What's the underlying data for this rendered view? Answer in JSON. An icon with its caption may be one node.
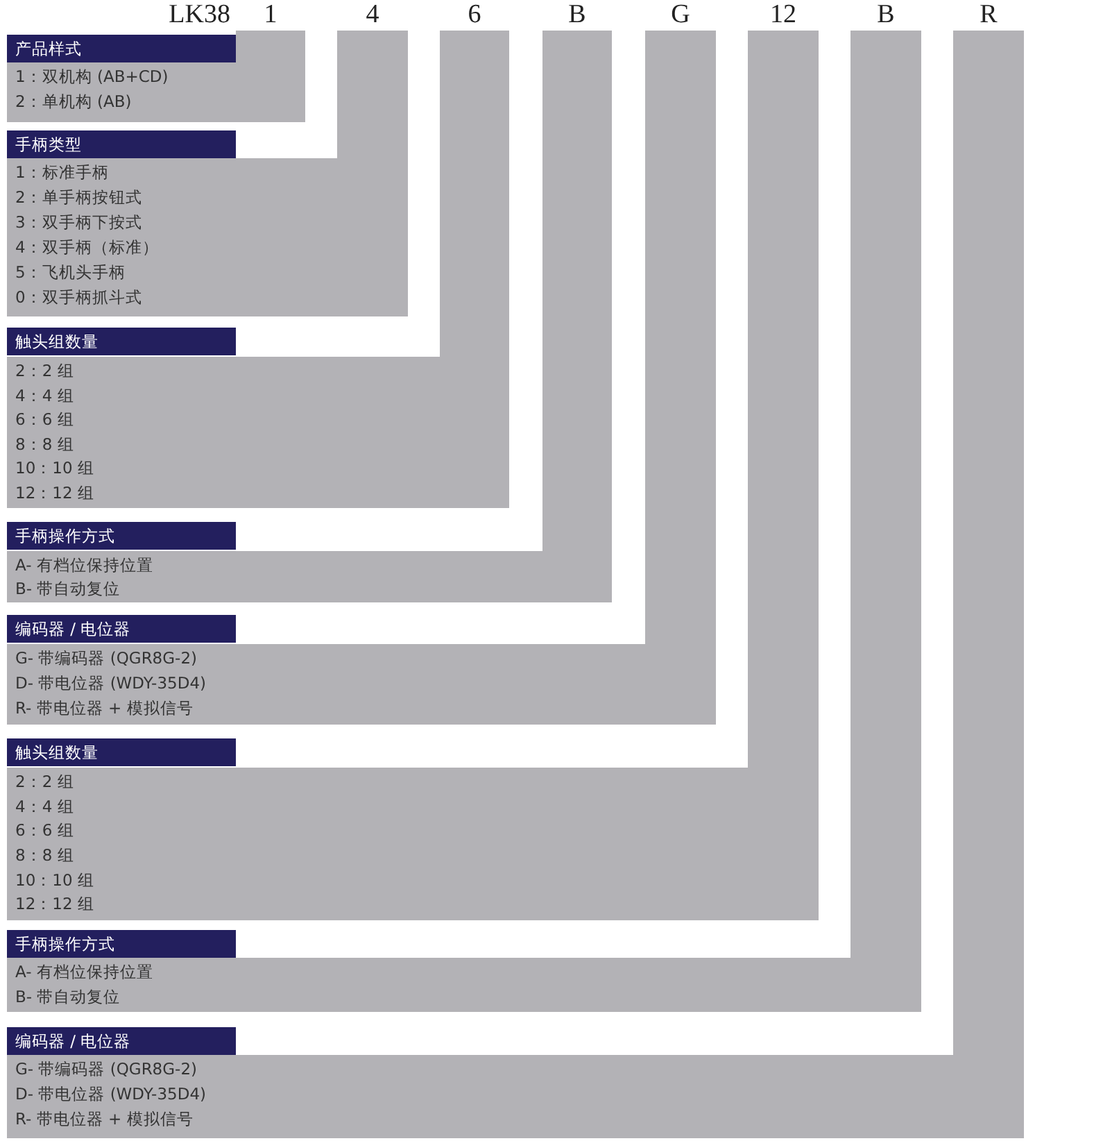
{
  "diagram": {
    "nodes": [
      {
        "text": [
          "产品样式",
          "1：双机构 (AB+CD)",
          "2：单机构 (AB)"
        ]
      },
      {
        "text": [
          "手柄类型",
          "1：标准手柄",
          "2：单手柄按钮式",
          "3：双手柄下按式",
          "4：双手柄（标准）",
          "5：飞机头手柄",
          "0：双手柄抓斗式"
        ]
      },
      {
        "text": [
          "触头组数量",
          "2：2 组",
          "4：4 组",
          "6：6 组",
          "8：8 组",
          "10：10 组",
          "12：12 组"
        ]
      },
      {
        "text": [
          "手柄操作方式",
          "A- 有档位保持位置",
          "B- 带自动复位"
        ]
      },
      {
        "text": [
          "编码器 / 电位器",
          "G- 带编码器 (QGR8G-2)",
          "D- 带电位器 (WDY-35D4)",
          "R- 带电位器 + 模拟信号"
        ]
      },
      {
        "text": [
          "触头组数量",
          "2：2 组",
          "4：4 组",
          "6：6 组",
          "8：8 组",
          "10：10 组",
          "12：12 组"
        ]
      },
      {
        "text": [
          "手柄操作方式",
          "A- 有档位保持位置",
          "B- 带自动复位"
        ]
      },
      {
        "text": [
          "编码器 / 电位器",
          "G- 带编码器 (QGR8G-2)",
          "D- 带电位器 (WDY-35D4)",
          "R- 带电位器 + 模拟信号"
        ]
      }
    ],
    "labels": [
      "LK38",
      "1",
      "4",
      "6",
      "B",
      "G",
      "12",
      "B",
      "R"
    ]
  }
}
